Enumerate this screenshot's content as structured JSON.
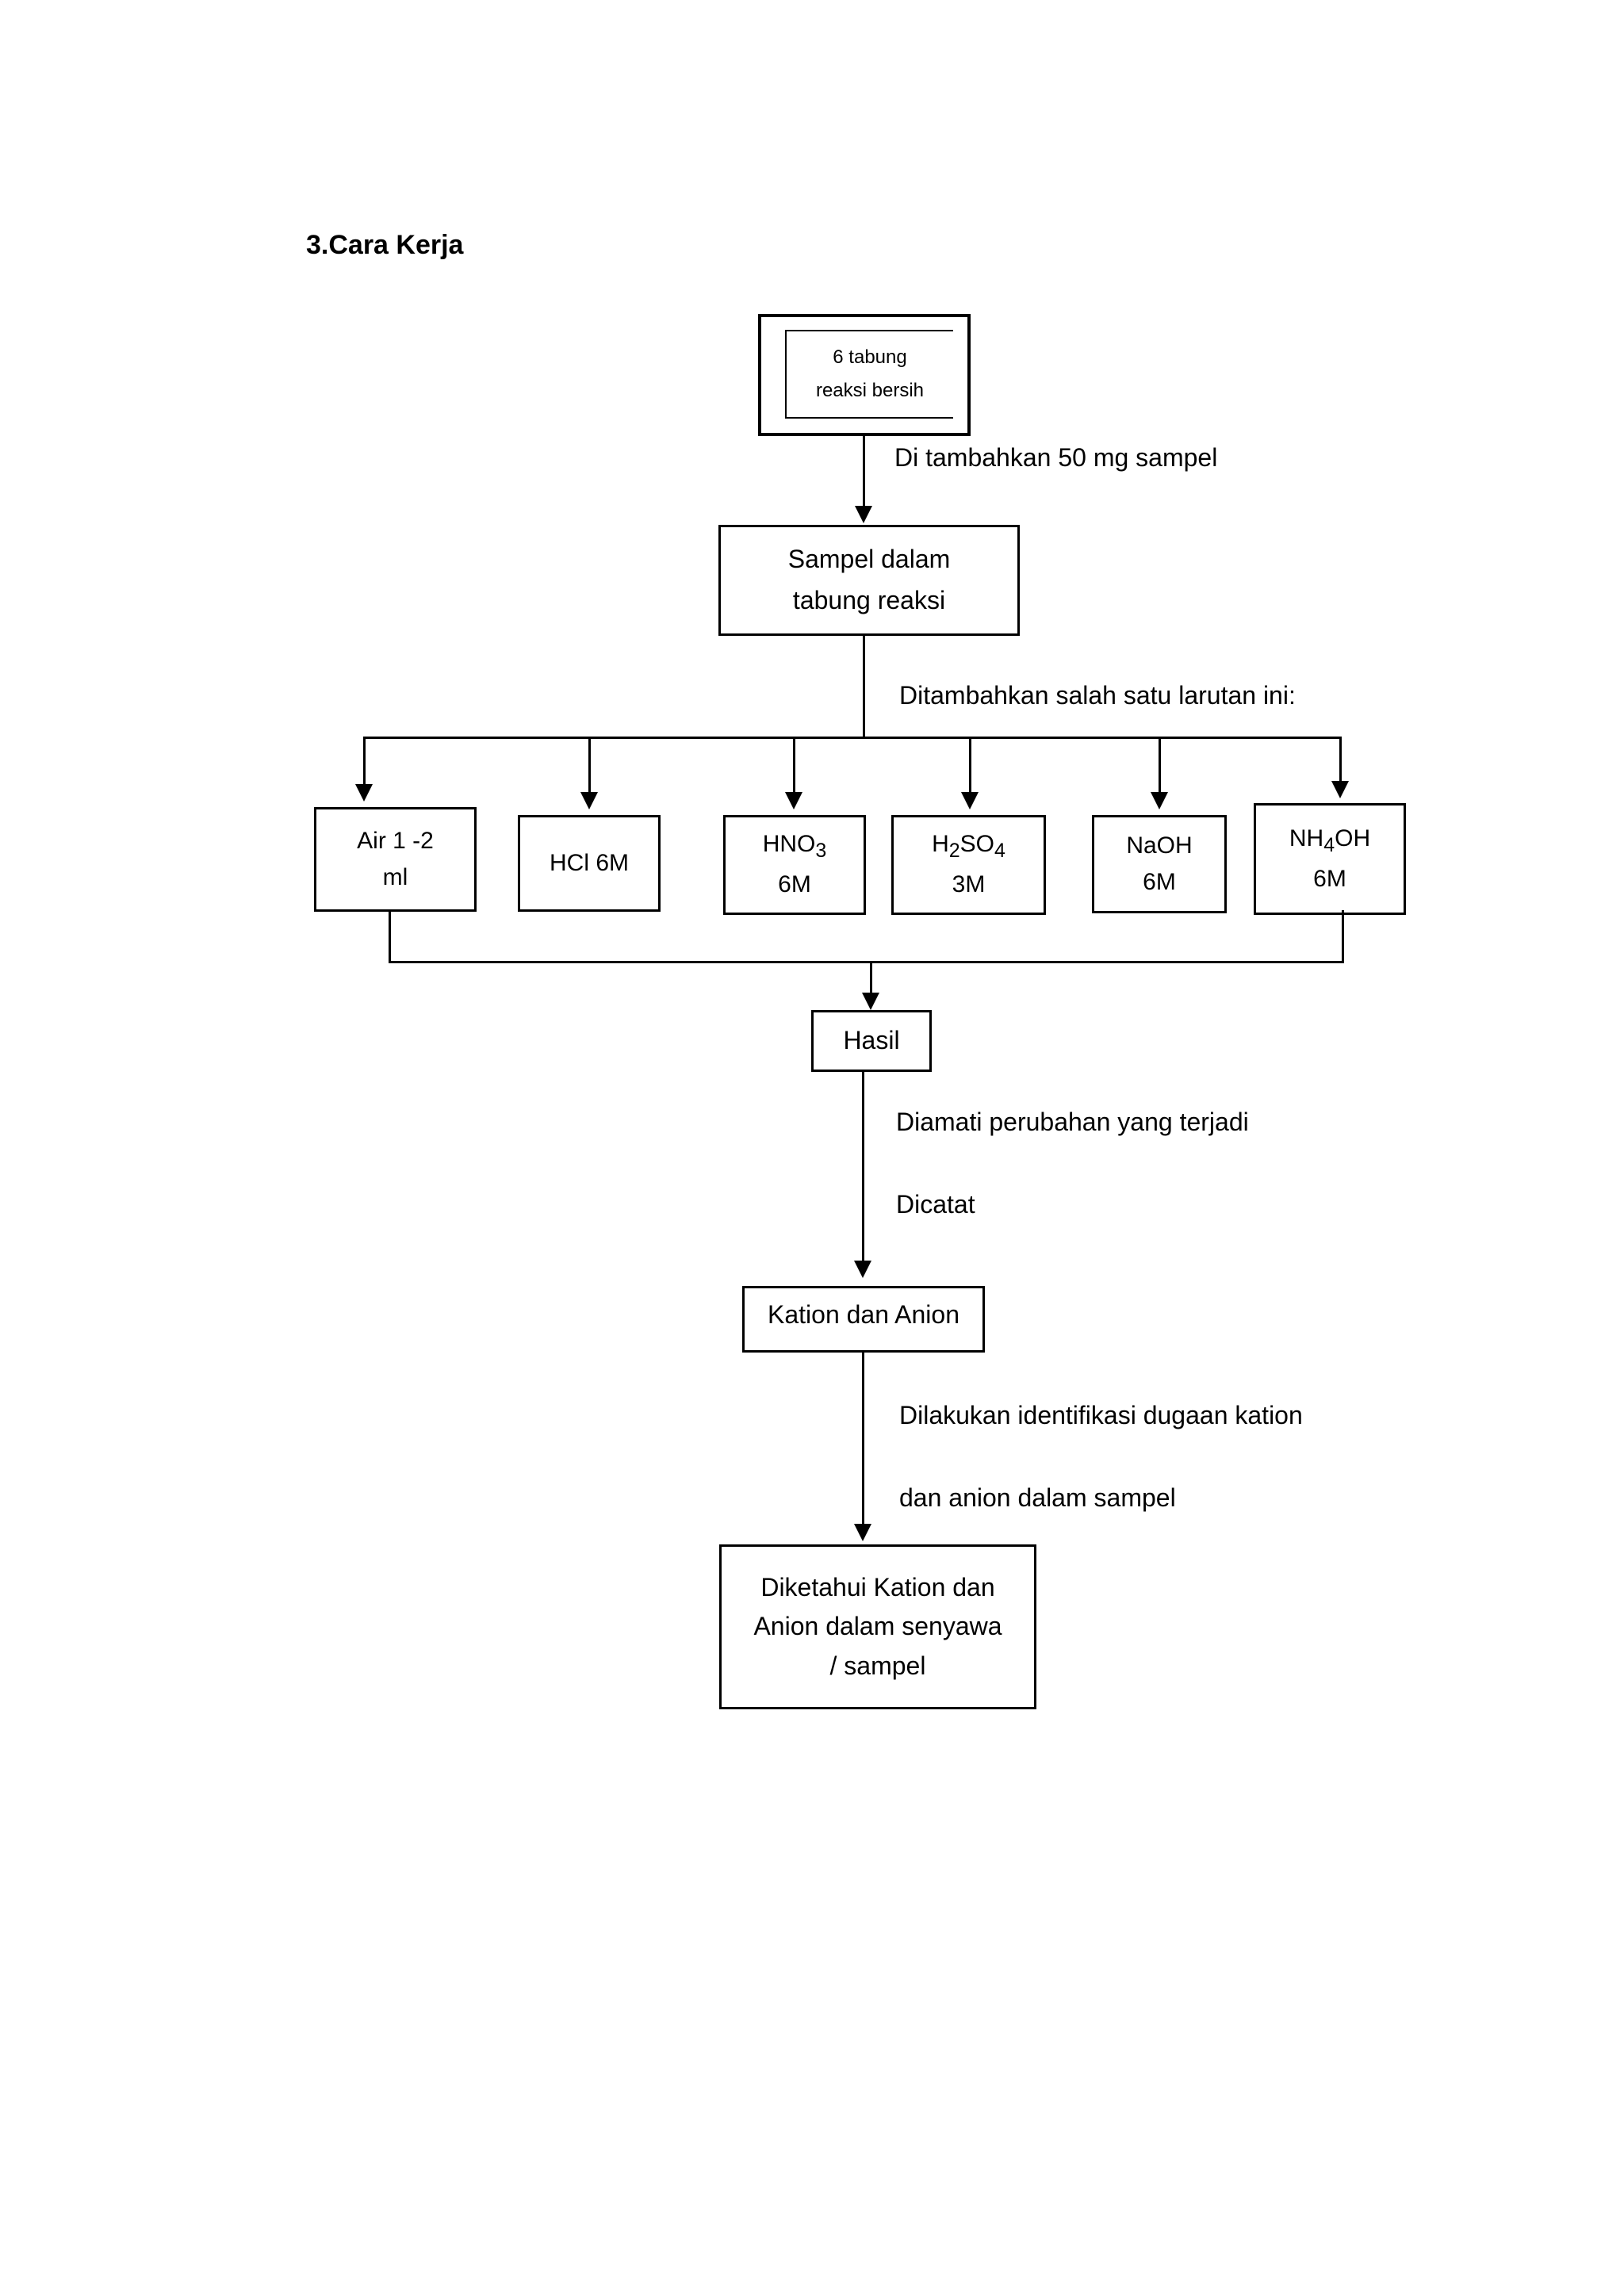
{
  "document": {
    "title": "3.Cara Kerja"
  },
  "flowchart": {
    "nodes": {
      "tubes": {
        "label": "6 tabung\nreaksi bersih"
      },
      "sample_in_tube": {
        "label": "Sampel dalam\ntabung reaksi"
      },
      "result": {
        "label": "Hasil"
      },
      "cation_anion": {
        "label": "Kation dan Anion"
      },
      "final": {
        "label": "Diketahui Kation dan\nAnion dalam senyawa\n/ sampel"
      }
    },
    "edge_labels": {
      "add_sample": "Di tambahkan 50 mg sampel",
      "add_solution": "Ditambahkan salah satu larutan ini:",
      "observe_record": "Diamati perubahan yang terjadi\n\nDicatat",
      "identify": "Dilakukan identifikasi dugaan kation\n\ndan anion dalam sampel"
    },
    "reagents": [
      {
        "name": "Air 1 -2\nml",
        "formula": "Air 1 -2",
        "concentration": "ml"
      },
      {
        "name": "HCl 6M",
        "formula": "HCl",
        "concentration": "6M"
      },
      {
        "name": "HNO3\n6M",
        "formula": "HNO3",
        "concentration": "6M"
      },
      {
        "name": "H2SO4\n3M",
        "formula": "H2SO4",
        "concentration": "3M"
      },
      {
        "name": "NaOH\n6M",
        "formula": "NaOH",
        "concentration": "6M"
      },
      {
        "name": "NH4OH\n6M",
        "formula": "NH4OH",
        "concentration": "6M"
      }
    ],
    "colors": {
      "stroke": "#000000",
      "background": "#ffffff",
      "text": "#000000"
    }
  }
}
